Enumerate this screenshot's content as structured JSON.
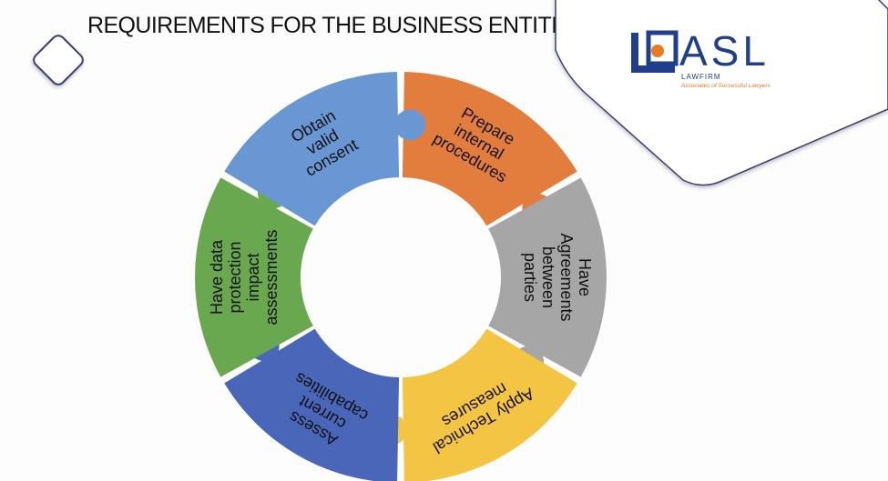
{
  "slide": {
    "title": "REQUIREMENTS FOR THE BUSINESS ENTITIES"
  },
  "logo": {
    "name": "ASL",
    "line": "LAWFIRM",
    "tagline": "Associates of Successful Lawyers",
    "colors": {
      "blue": "#1f3f8c",
      "orange": "#e87a21"
    }
  },
  "cycle": [
    {
      "label": [
        "Prepare",
        "internal",
        "procedures"
      ],
      "color": "#e37d3d"
    },
    {
      "label": [
        "Have",
        "Agreements",
        "between",
        "parties"
      ],
      "color": "#a6a6a6"
    },
    {
      "label": [
        "Apply Technical",
        "measures"
      ],
      "color": "#f4c443"
    },
    {
      "label": [
        "Assess",
        "current",
        "capabilities"
      ],
      "color": "#4a66b9"
    },
    {
      "label": [
        "Have data",
        "protection",
        "impact",
        "assessments"
      ],
      "color": "#6aa84f"
    },
    {
      "label": [
        "Obtain",
        "valid",
        "consent"
      ],
      "color": "#6897d4"
    }
  ]
}
